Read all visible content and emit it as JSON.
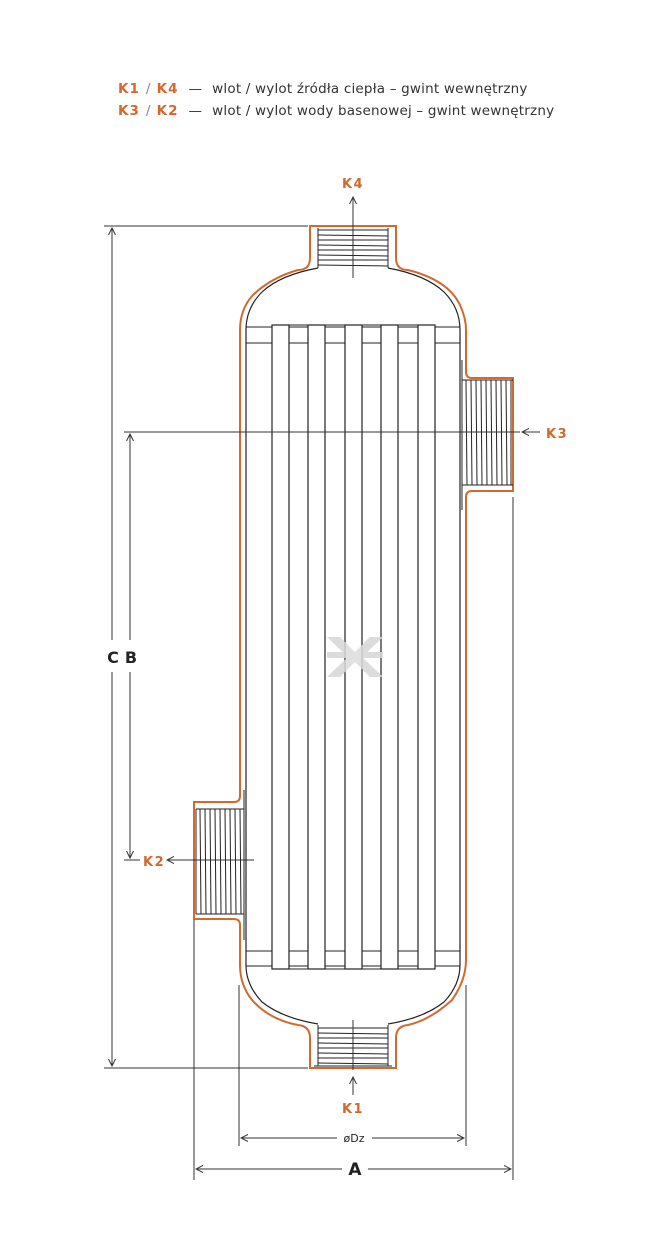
{
  "legend": {
    "rows": [
      {
        "code_a": "K1",
        "code_b": "K4",
        "sep": "/",
        "dash": "—",
        "text": "wlot / wylot źródła ciepła – gwint wewnętrzny"
      },
      {
        "code_a": "K3",
        "code_b": "K2",
        "sep": "/",
        "dash": "—",
        "text": "wlot / wylot wody basenowej – gwint wewnętrzny"
      }
    ]
  },
  "ports": {
    "k1": "K1",
    "k2": "K2",
    "k3": "K3",
    "k4": "K4"
  },
  "dimensions": {
    "c_label": "C",
    "b_label": "B",
    "dz_label": "øDz",
    "a_label": "A"
  },
  "colors": {
    "accent": "#d2692e",
    "line": "#222222",
    "watermark": "#d9d9d9"
  },
  "tube_count": 5
}
